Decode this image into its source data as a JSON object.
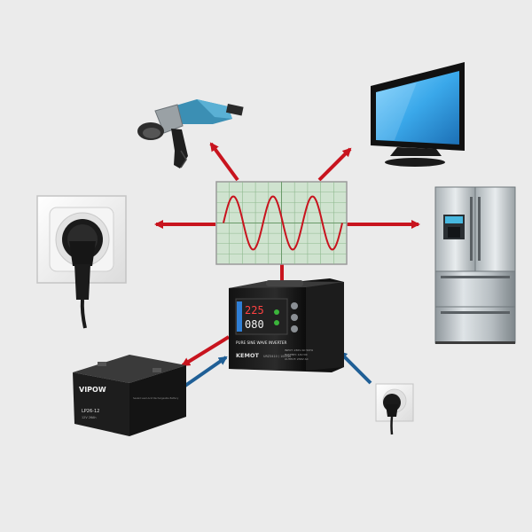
{
  "devices": {
    "inverter": {
      "title": "PURE SINE WAVE INVERTER",
      "brand": "KEMOT",
      "model": "URZ3410 / 1000W",
      "display_top": "225",
      "display_bottom": "080",
      "spec_lines": [
        "INPUT: 230V AC 50Hz",
        "BATTERY: 12V DC",
        "OUTPUT: 230V AC"
      ]
    },
    "battery": {
      "brand": "VIPOW",
      "model": "LP26-12",
      "rating": "12V 26Ah",
      "warning": "Sealed Lead-Acid Rechargeable Battery"
    }
  },
  "colors": {
    "output_arrow": "#c8141e",
    "input_arrow": "#1f5f96",
    "oscilloscope_bg": "#cfe3cf",
    "sine_wave": "#c8141e",
    "background": "#ebebeb"
  },
  "icons": [
    "angle-grinder",
    "tv",
    "refrigerator",
    "wall-socket-plug",
    "small-wall-socket-plug",
    "battery",
    "inverter",
    "oscilloscope"
  ]
}
